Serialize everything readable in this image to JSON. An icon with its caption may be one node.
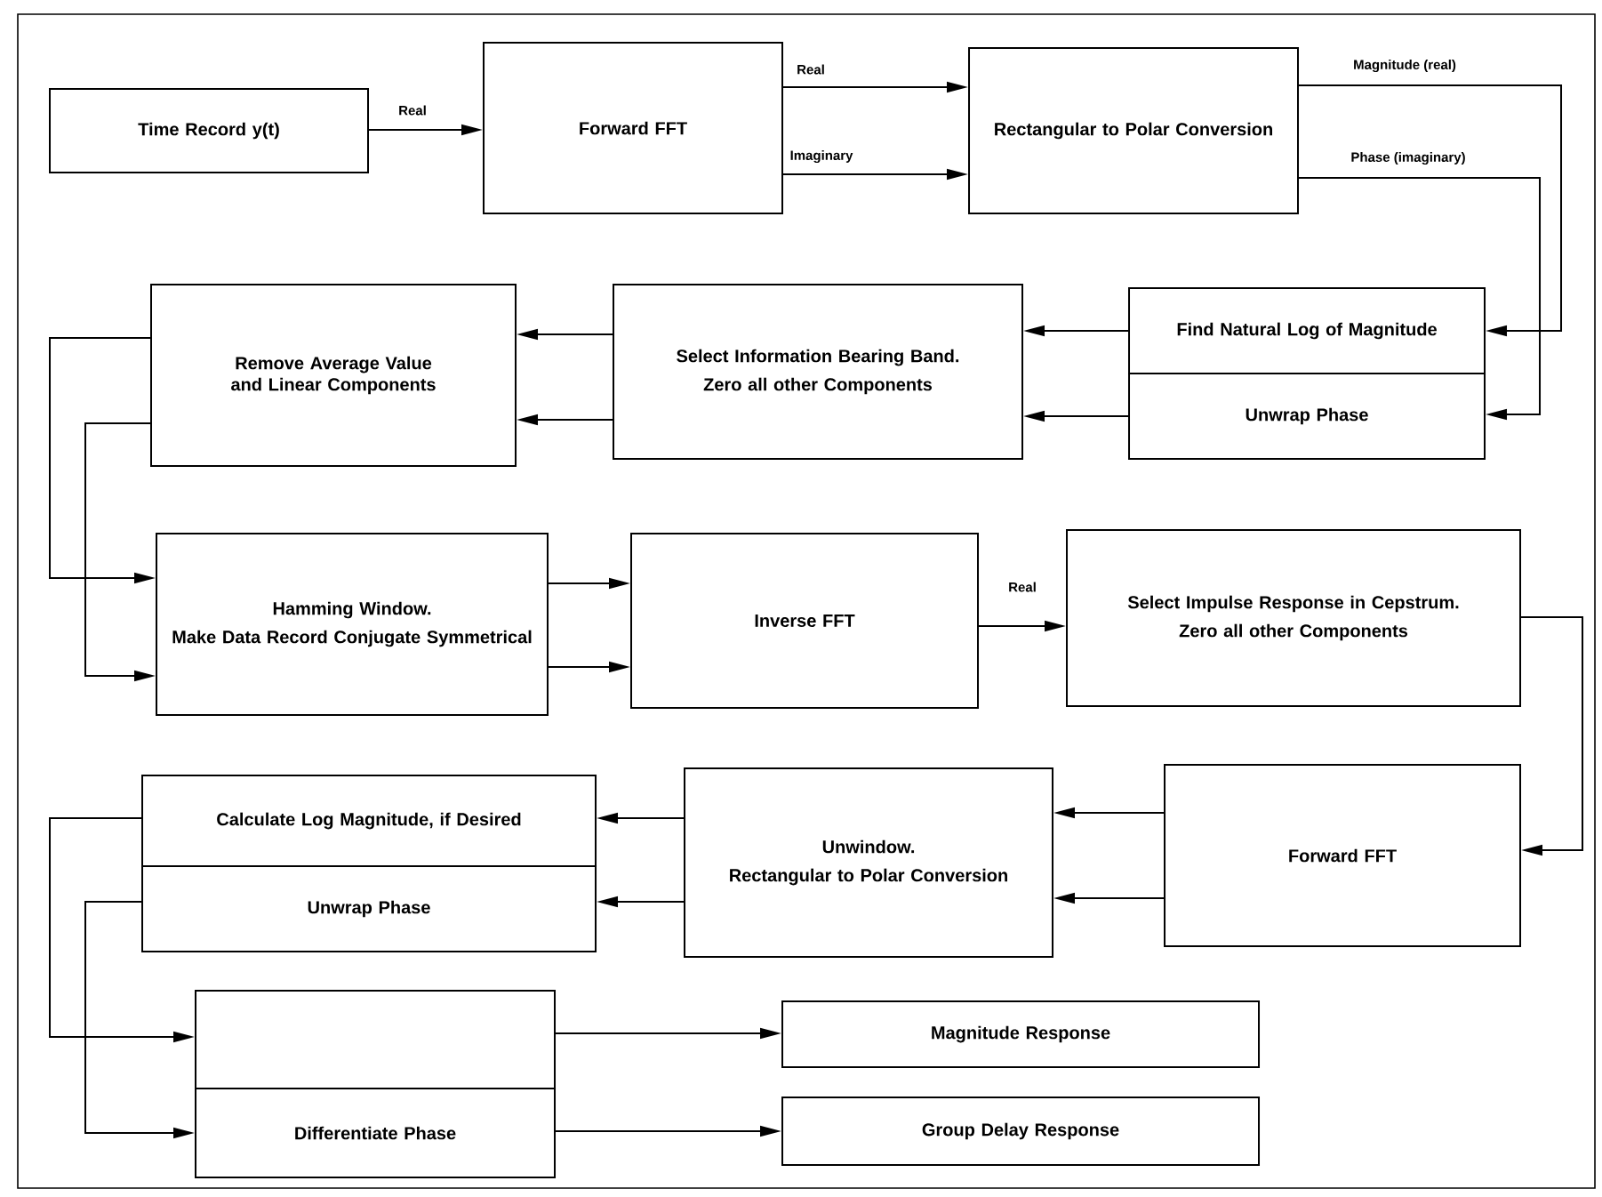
{
  "diagram": {
    "nodes": [
      {
        "text": [
          "Time Record y(t)"
        ]
      },
      {
        "text": [
          "Forward FFT"
        ]
      },
      {
        "text": [
          "Rectangular to Polar Conversion"
        ]
      },
      {
        "text": [
          "Find Natural Log of Magnitude"
        ]
      },
      {
        "text": [
          "Unwrap Phase"
        ]
      },
      {
        "text": [
          "Select Information Bearing Band.",
          "Zero all other Components"
        ]
      },
      {
        "text": [
          "Remove Average Value and Linear Components"
        ]
      },
      {
        "text": [
          "Hamming Window.",
          "Make Data Record Conjugate Symmetrical"
        ]
      },
      {
        "text": [
          "Inverse FFT"
        ]
      },
      {
        "text": [
          "Select Impulse Response in Cepstrum.",
          "Zero all other Components"
        ]
      },
      {
        "text": [
          "Forward FFT"
        ]
      },
      {
        "text": [
          "Unwindow.",
          "Rectangular to Polar Conversion"
        ]
      },
      {
        "text": [
          "Calculate Log Magnitude, if Desired"
        ]
      },
      {
        "text": [
          "Unwrap Phase"
        ]
      },
      {
        "text": [],
        "shape": "box"
      },
      {
        "text": [
          "Differentiate Phase"
        ]
      },
      {
        "text": [
          "Magnitude Response"
        ]
      },
      {
        "text": [
          "Group Delay Response"
        ]
      }
    ],
    "edges": [
      {
        "from": 0,
        "to": 1,
        "arrow": "to",
        "label": "Real"
      },
      {
        "from": 1,
        "to": 2,
        "arrow": "to",
        "label": "Real"
      },
      {
        "from": 1,
        "to": 2,
        "arrow": "to",
        "label": "Imaginary"
      },
      {
        "from": 2,
        "to": 3,
        "arrow": "to",
        "label": "Magnitude (real)"
      },
      {
        "from": 2,
        "to": 4,
        "arrow": "to",
        "label": "Phase (imaginary)"
      },
      {
        "from": 3,
        "to": 5,
        "arrow": "to"
      },
      {
        "from": 4,
        "to": 5,
        "arrow": "to"
      },
      {
        "from": 5,
        "to": 6,
        "arrow": "to"
      },
      {
        "from": 5,
        "to": 6,
        "arrow": "to"
      },
      {
        "from": 6,
        "to": 7,
        "arrow": "to"
      },
      {
        "from": 6,
        "to": 7,
        "arrow": "to"
      },
      {
        "from": 7,
        "to": 8,
        "arrow": "to"
      },
      {
        "from": 7,
        "to": 8,
        "arrow": "to"
      },
      {
        "from": 8,
        "to": 9,
        "arrow": "to",
        "label": "Real"
      },
      {
        "from": 9,
        "to": 10,
        "arrow": "to"
      },
      {
        "from": 10,
        "to": 11,
        "arrow": "to"
      },
      {
        "from": 10,
        "to": 11,
        "arrow": "to"
      },
      {
        "from": 11,
        "to": 12,
        "arrow": "to"
      },
      {
        "from": 11,
        "to": 13,
        "arrow": "to"
      },
      {
        "from": 12,
        "to": 14,
        "arrow": "to"
      },
      {
        "from": 13,
        "to": 15,
        "arrow": "to"
      },
      {
        "from": 14,
        "to": 16,
        "arrow": "to"
      },
      {
        "from": 15,
        "to": 17,
        "arrow": "to"
      }
    ]
  }
}
